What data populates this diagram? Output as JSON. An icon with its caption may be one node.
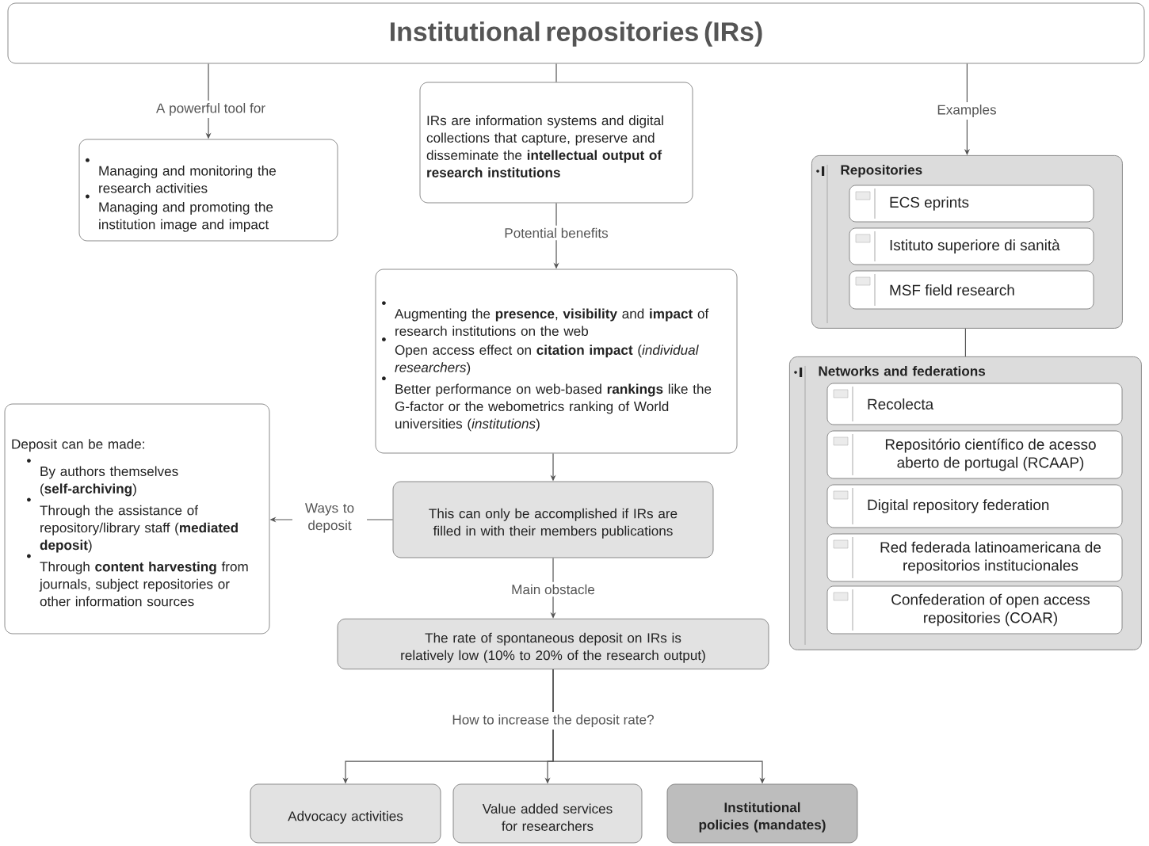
{
  "diagram": {
    "nodes": [
      {
        "text": [
          "Institutional repositories (IRs)"
        ]
      },
      {
        "text": [
          "Managing and monitoring the research activities",
          "Managing and promoting the institution image and impact"
        ]
      },
      {
        "text": [
          "IRs are information systems and digital collections that capture, preserve and disseminate the **intellectual output of research institutions**"
        ]
      },
      {
        "text": [
          "Augmenting the **presence**, **visibility** and **impact** of research institutions on the web",
          "Open access effect on **citation impact** (*individual researchers*)",
          "Better performance on web-based **rankings** like the G-factor or the webometrics ranking of World universities (*institutions*)"
        ]
      },
      {
        "text": [
          "Deposit can be made:",
          "By authors themselves (**self-archiving**)",
          "Through the assistance of repository/library staff (**mediated deposit**)",
          "Through **content harvesting** from journals, subject repositories or other information sources"
        ]
      },
      {
        "text": [
          "This can only be accomplished if IRs are filled in with their members publications"
        ]
      },
      {
        "text": [
          "The rate of spontaneous deposit on IRs is relatively low (10% to 20% of the research output)"
        ]
      },
      {
        "text": [
          "Advocacy activities"
        ]
      },
      {
        "text": [
          "Value added services for researchers"
        ]
      },
      {
        "text": [
          "Institutional policies (mandates)"
        ]
      },
      {
        "text": [
          "Repositories"
        ]
      },
      {
        "text": [
          "ECS eprints"
        ],
        "in": 10
      },
      {
        "text": [
          "Istituto superiore di sanità"
        ],
        "in": 10
      },
      {
        "text": [
          "MSF field research"
        ],
        "in": 10
      },
      {
        "text": [
          "Networks and federations"
        ]
      },
      {
        "text": [
          "Recolecta"
        ],
        "in": 14
      },
      {
        "text": [
          "Repositório científico de acesso aberto de portugal (RCAAP)"
        ],
        "in": 14
      },
      {
        "text": [
          "Digital repository federation"
        ],
        "in": 14
      },
      {
        "text": [
          "Red federada latinoamericana de repositorios institucionales"
        ],
        "in": 14
      },
      {
        "text": [
          "Confederation of open access repositories (COAR)"
        ],
        "in": 14
      }
    ],
    "edges": [
      {
        "from": 0,
        "to": 1,
        "arrow": "to",
        "label": "A powerful tool for"
      },
      {
        "from": 0,
        "to": 2,
        "arrow": "none"
      },
      {
        "from": 2,
        "to": 3,
        "arrow": "to",
        "label": "Potential benefits"
      },
      {
        "from": 0,
        "to": 10,
        "arrow": "to",
        "label": "Examples"
      },
      {
        "from": 10,
        "to": 14,
        "arrow": "none"
      },
      {
        "from": 3,
        "to": 5,
        "arrow": "to"
      },
      {
        "from": 5,
        "to": 4,
        "arrow": "to",
        "label": "Ways to deposit"
      },
      {
        "from": 5,
        "to": 6,
        "arrow": "to",
        "label": "Main obstacle"
      },
      {
        "from": 6,
        "to": 7,
        "arrow": "to"
      },
      {
        "from": 6,
        "to": 8,
        "arrow": "to",
        "label": "How to increase the deposit rate?"
      },
      {
        "from": 6,
        "to": 9,
        "arrow": "to"
      }
    ]
  }
}
